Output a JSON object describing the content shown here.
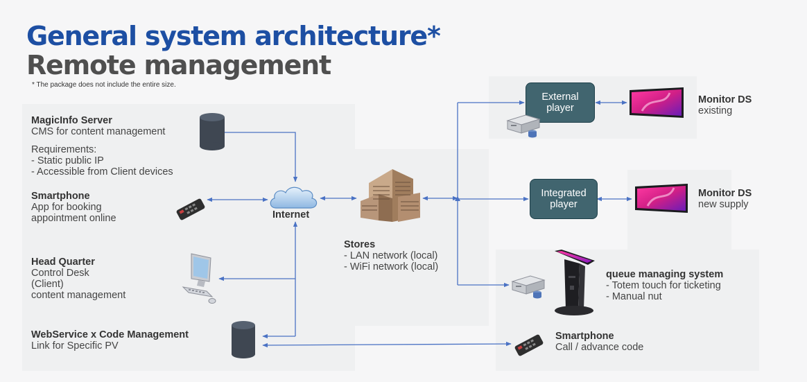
{
  "title": "General system architecture*",
  "subtitle": "Remote management",
  "footnote": "* The package does not include the entire size.",
  "nodes": {
    "magicinfo": {
      "name": "MagicInfo Server",
      "desc": "CMS for content management",
      "req_title": "Requirements:",
      "req1": "- Static public IP",
      "req2": "- Accessible from Client devices"
    },
    "smartphone_booking": {
      "name": "Smartphone",
      "line1": "App for booking",
      "line2": "appointment online"
    },
    "headquarter": {
      "name": "Head Quarter",
      "line1": "Control Desk",
      "line2": "(Client)",
      "line3": "content management"
    },
    "webservice": {
      "name": "WebService x Code Management",
      "line1": "Link for Specific PV"
    },
    "internet": {
      "name": "Internet"
    },
    "stores": {
      "name": "Stores",
      "line1": "- LAN network (local)",
      "line2": "- WiFi network (local)"
    },
    "external_player": {
      "line1": "External",
      "line2": "player"
    },
    "integrated_player": {
      "line1": "Integrated",
      "line2": "player"
    },
    "monitor_existing": {
      "name": "Monitor DS",
      "line1": "existing"
    },
    "monitor_new": {
      "name": "Monitor DS",
      "line1": "new supply"
    },
    "queue": {
      "name": "queue managing system",
      "line1": "- Totem touch for ticketing",
      "line2": "- Manual nut"
    },
    "smartphone_call": {
      "name": "Smartphone",
      "line1": "Call / advance code"
    }
  },
  "colors": {
    "title": "#1d4fa3",
    "subtitle": "#4f4f4f",
    "connector": "#4a72c4",
    "player_box": "#41656f"
  },
  "icons": {
    "magicinfo": "database-icon",
    "smartphone_booking": "remote-phone-icon",
    "headquarter": "desktop-computer-icon",
    "webservice": "database-icon",
    "internet": "cloud-icon",
    "stores": "building-icon",
    "external_player": "server-icon",
    "queue_player": "server-icon",
    "monitor_existing": "monitor-icon",
    "monitor_new": "monitor-icon",
    "queue": "kiosk-totem-icon",
    "smartphone_call": "remote-phone-icon"
  }
}
